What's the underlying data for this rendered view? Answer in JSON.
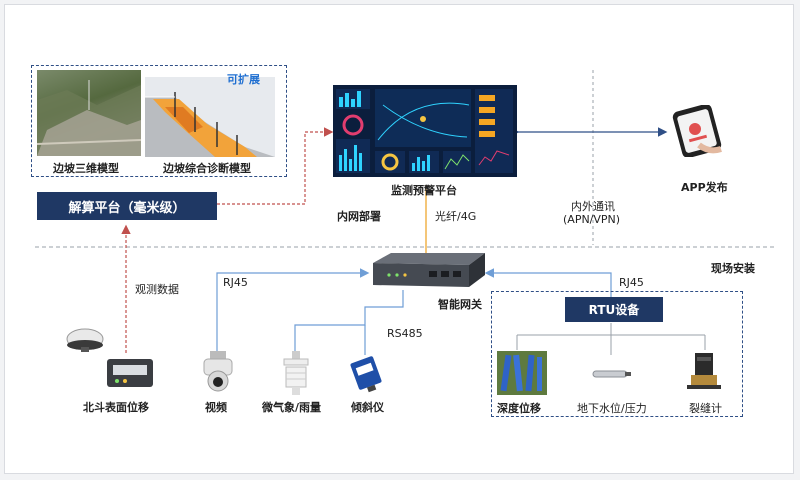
{
  "top_left_panel": {
    "badge": "可扩展",
    "model_3d_label": "边坡三维模型",
    "diagnosis_label": "边坡综合诊断模型"
  },
  "solver": {
    "label": "解算平台（毫米级）"
  },
  "monitor": {
    "label": "监测预警平台"
  },
  "app": {
    "label": "APP发布"
  },
  "network": {
    "intranet_label": "内网部署",
    "fiber_label": "光纤/4G",
    "comm_line1": "内外通讯",
    "comm_line2": "(APN/VPN)"
  },
  "site": {
    "label": "现场安装"
  },
  "gateway": {
    "label": "智能网关"
  },
  "links": {
    "rj45_left": "RJ45",
    "rj45_right": "RJ45",
    "rs485": "RS485",
    "obs_data": "观测数据"
  },
  "rtu": {
    "label": "RTU设备"
  },
  "devices": {
    "beidou": "北斗表面位移",
    "video": "视频",
    "weather": "微气象/雨量",
    "tilt": "倾斜仪",
    "depth": "深度位移",
    "groundwater": "地下水位/压力",
    "crack": "裂缝计"
  },
  "colors": {
    "navy": "#1f3864",
    "dashed_border": "#2f4f86",
    "red_line": "#c0504d",
    "blue_line": "#6f9ed6",
    "orange_line": "#f0b24a",
    "badge_blue": "#1f6fd1"
  }
}
